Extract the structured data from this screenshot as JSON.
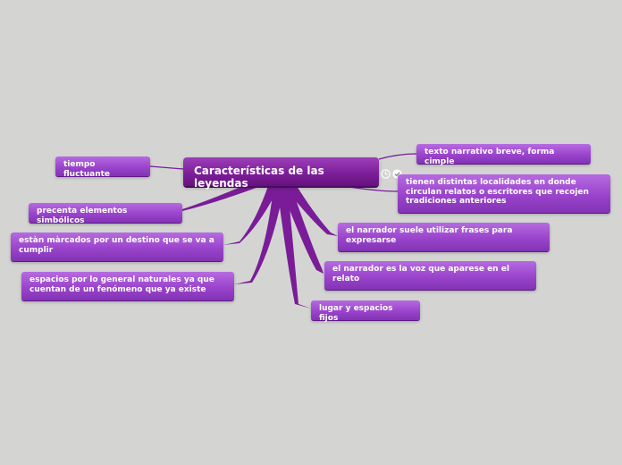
{
  "central": {
    "label": "Características de las leyendas"
  },
  "nodes": [
    {
      "id": "tiempo",
      "label": "tiempo fluctuante"
    },
    {
      "id": "simbolicos",
      "label": "precenta elementos simbólicos"
    },
    {
      "id": "destino",
      "label": "estàn màrcados por un destino que se va a cumplir"
    },
    {
      "id": "espacios-naturales",
      "label": "espacios por lo general naturales ya que cuentan de un fenómeno que ya existe"
    },
    {
      "id": "texto-narrativo",
      "label": "texto narrativo breve, forma cimple"
    },
    {
      "id": "localidades",
      "label": "tienen distintas localidades en donde circulan relatos o escritores que recojen tradiciones anteriores"
    },
    {
      "id": "narrador-frases",
      "label": "el narrador suele utilizar frases para expresarse"
    },
    {
      "id": "narrador-voz",
      "label": "el narrador es la voz que aparese en el relato"
    },
    {
      "id": "lugar",
      "label": "lugar y espacios fijos"
    }
  ],
  "icons": [
    "clock-icon",
    "check-icon"
  ],
  "colors": {
    "background": "#d4d5d3",
    "central": "#7e1f9a",
    "node": "#9a44cc",
    "link": "#7a1c98"
  }
}
